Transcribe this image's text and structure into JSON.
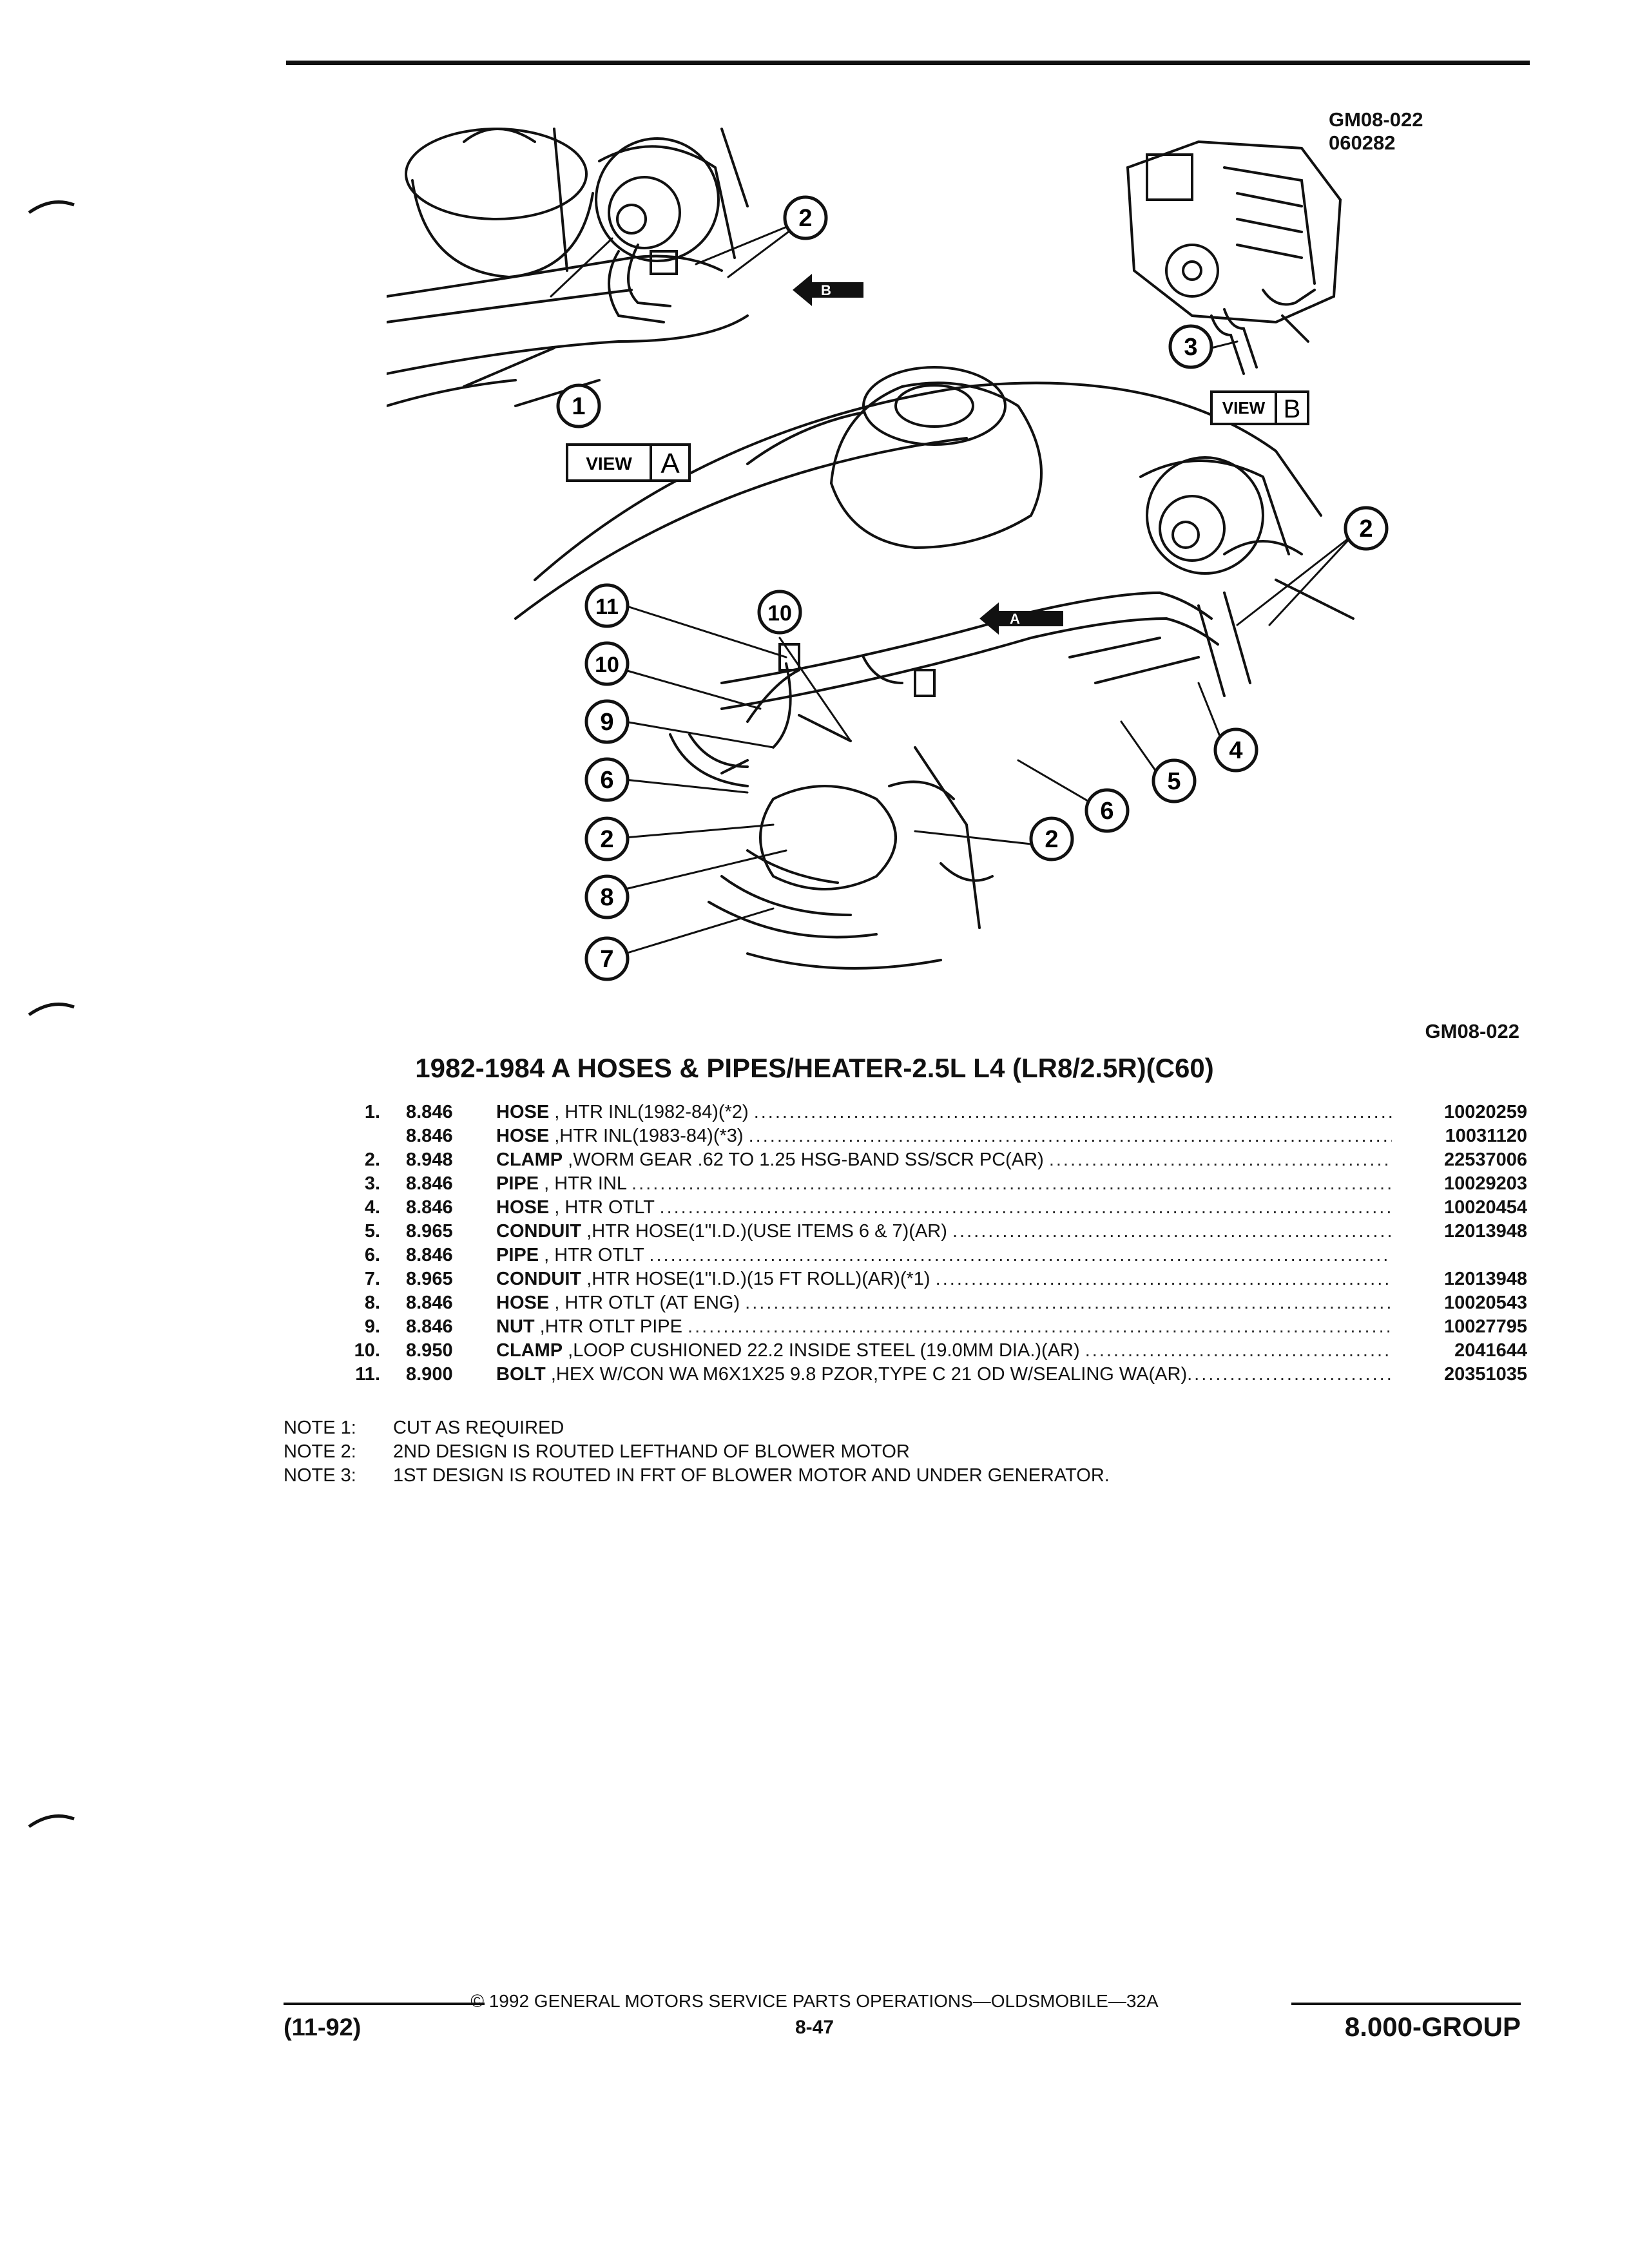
{
  "header": {
    "code_top": "GM08-022",
    "date_code": "060282"
  },
  "figure": {
    "view_a_label": "VIEW",
    "view_a_letter": "A",
    "view_b_label": "VIEW",
    "view_b_letter": "B",
    "arrow_a": "A",
    "arrow_b": "B",
    "callouts": [
      "1",
      "2",
      "3",
      "2",
      "11",
      "10",
      "10",
      "9",
      "6",
      "2",
      "8",
      "7",
      "2",
      "6",
      "5",
      "4"
    ],
    "code_bottom": "GM08-022"
  },
  "title": "1982-1984 A HOSES & PIPES/HEATER-2.5L L4 (LR8/2.5R)(C60)",
  "parts": [
    {
      "no": "1.",
      "group": "8.846",
      "name": "HOSE",
      "desc": " , HTR INL(1982-84)(*2) ",
      "part": "10020259"
    },
    {
      "no": "",
      "group": "8.846",
      "name": "HOSE",
      "desc": " ,HTR INL(1983-84)(*3) ",
      "part": "10031120"
    },
    {
      "no": "2.",
      "group": "8.948",
      "name": "CLAMP",
      "desc": " ,WORM GEAR .62 TO 1.25 HSG-BAND SS/SCR PC(AR) ",
      "part": "22537006"
    },
    {
      "no": "3.",
      "group": "8.846",
      "name": "PIPE",
      "desc": " , HTR INL ",
      "part": "10029203"
    },
    {
      "no": "4.",
      "group": "8.846",
      "name": "HOSE",
      "desc": " , HTR OTLT ",
      "part": "10020454"
    },
    {
      "no": "5.",
      "group": "8.965",
      "name": "CONDUIT",
      "desc": " ,HTR HOSE(1\"I.D.)(USE ITEMS 6 & 7)(AR) ",
      "part": "12013948"
    },
    {
      "no": "6.",
      "group": "8.846",
      "name": "PIPE",
      "desc": " , HTR OTLT ",
      "part": ""
    },
    {
      "no": "7.",
      "group": "8.965",
      "name": "CONDUIT",
      "desc": " ,HTR HOSE(1\"I.D.)(15 FT ROLL)(AR)(*1) ",
      "part": "12013948"
    },
    {
      "no": "8.",
      "group": "8.846",
      "name": "HOSE",
      "desc": " , HTR OTLT (AT ENG) ",
      "part": "10020543"
    },
    {
      "no": "9.",
      "group": "8.846",
      "name": "NUT",
      "desc": " ,HTR OTLT PIPE ",
      "part": "10027795"
    },
    {
      "no": "10.",
      "group": "8.950",
      "name": "CLAMP",
      "desc": " ,LOOP CUSHIONED 22.2 INSIDE STEEL (19.0MM DIA.)(AR) ",
      "part": "2041644"
    },
    {
      "no": "11.",
      "group": "8.900",
      "name": "BOLT",
      "desc": " ,HEX W/CON WA M6X1X25 9.8 PZOR,TYPE C 21 OD W/SEALING WA(AR)",
      "part": "20351035"
    }
  ],
  "notes": [
    {
      "label": "NOTE 1:",
      "text": "CUT AS REQUIRED"
    },
    {
      "label": "NOTE 2:",
      "text": "2ND DESIGN IS ROUTED LEFTHAND OF BLOWER MOTOR"
    },
    {
      "label": "NOTE 3:",
      "text": "1ST DESIGN IS ROUTED IN FRT OF BLOWER MOTOR AND UNDER GENERATOR."
    }
  ],
  "footer": {
    "copyright": "© 1992 GENERAL MOTORS SERVICE PARTS OPERATIONS—OLDSMOBILE—32A",
    "date": "(11-92)",
    "page": "8-47",
    "group": "8.000-GROUP"
  }
}
